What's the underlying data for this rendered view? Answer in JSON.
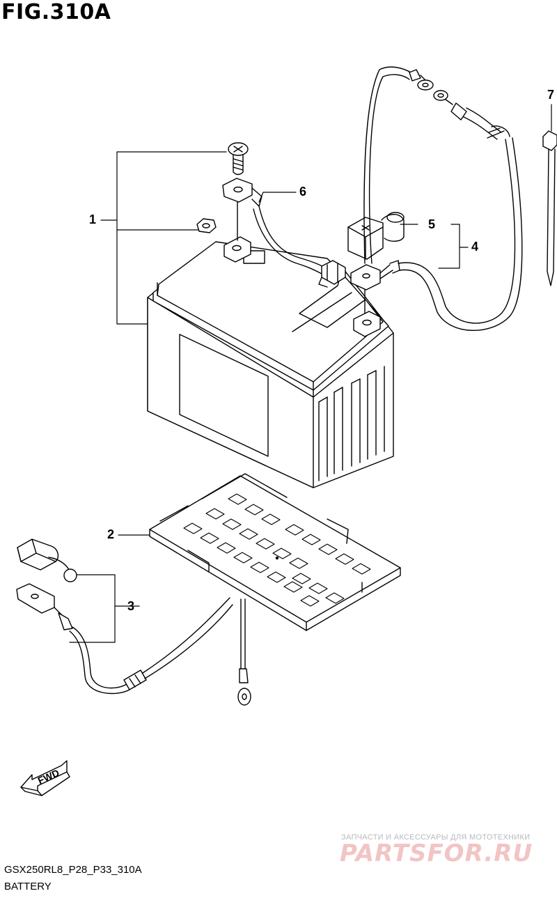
{
  "figure": {
    "title": "FIG.310A",
    "code": "GSX250RL8_P28_P33_310A",
    "name": "BATTERY"
  },
  "callouts": [
    "1",
    "2",
    "3",
    "4",
    "5",
    "6",
    "7"
  ],
  "direction_marker": "FWD",
  "watermark": {
    "tagline": "ЗАПЧАСТИ И АКСЕССУАРЫ ДЛЯ МОТОТЕХНИКИ",
    "brand": "PARTSFOR.RU"
  }
}
